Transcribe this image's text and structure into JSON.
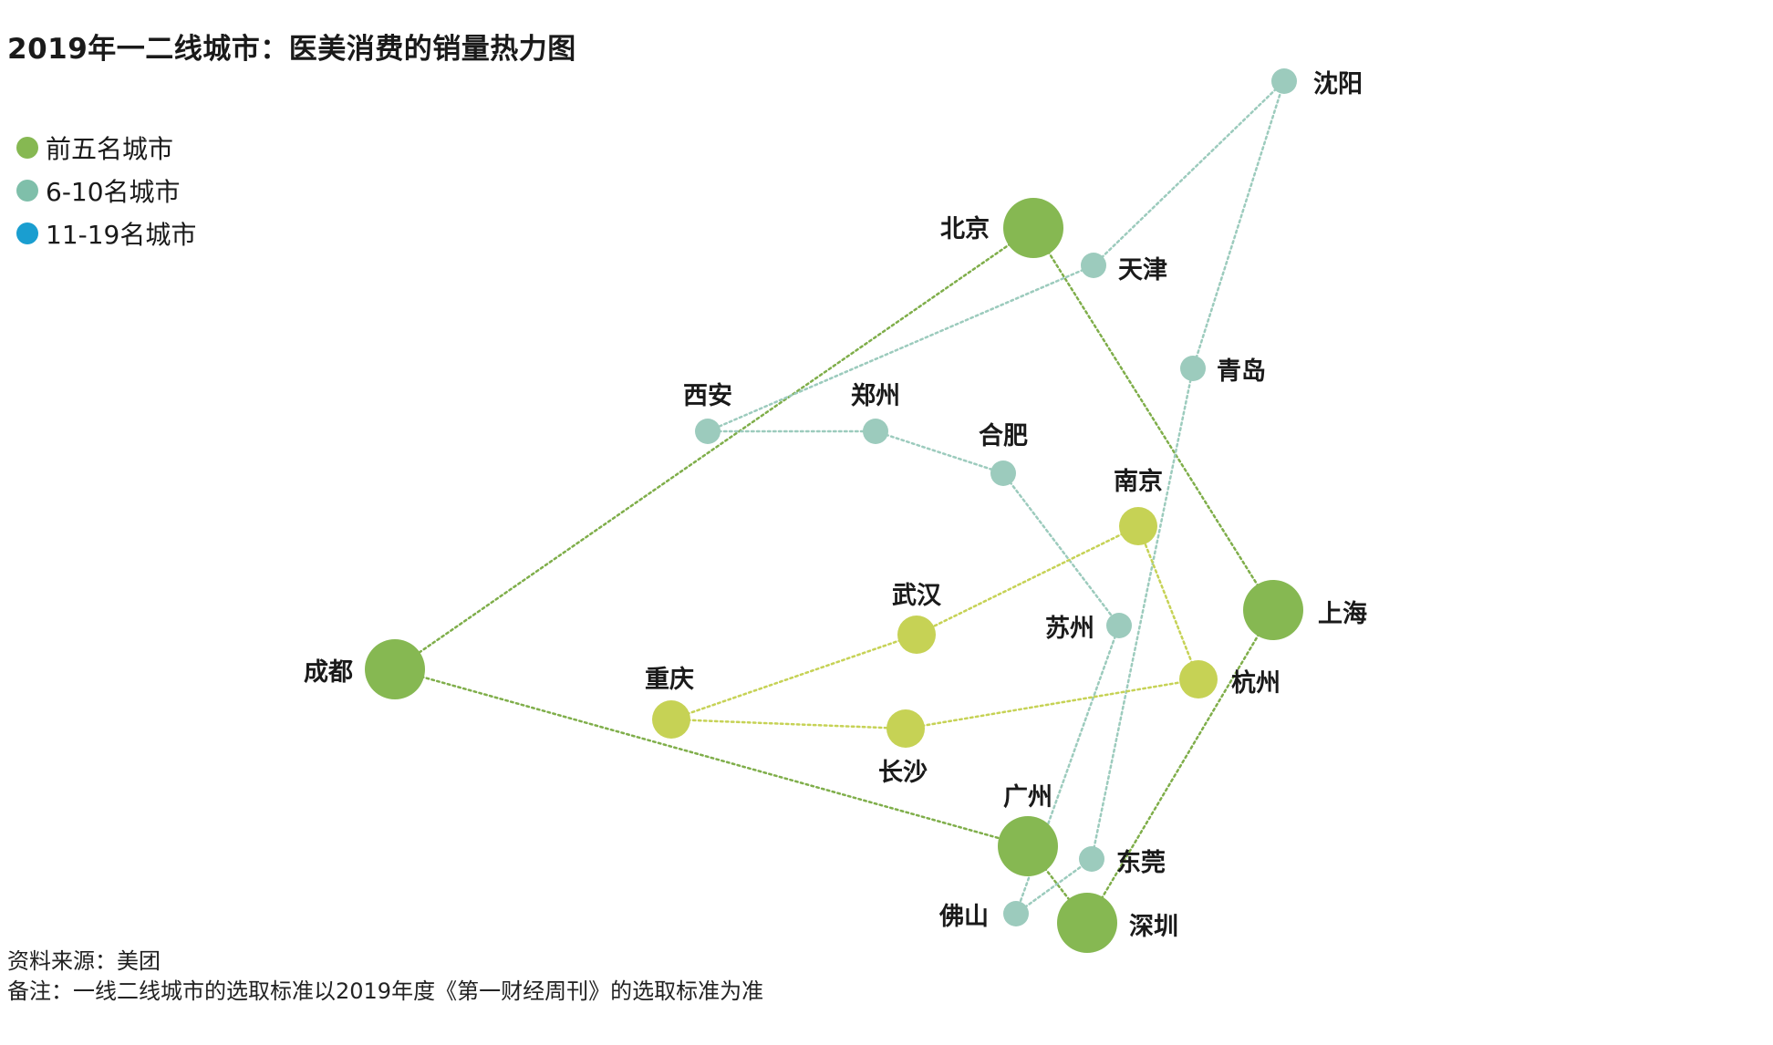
{
  "title": "2019年一二线城市：医美消费的销量热力图",
  "legend": [
    {
      "label": "前五名城市",
      "color": "#86b852"
    },
    {
      "label": "6-10名城市",
      "color": "#7fbfaa"
    },
    {
      "label": "11-19名城市",
      "color": "#1a9ed0"
    }
  ],
  "cities": [
    {
      "id": "shenyang",
      "name": "沈阳",
      "tier": "mid"
    },
    {
      "id": "beijing",
      "name": "北京",
      "tier": "top"
    },
    {
      "id": "tianjin",
      "name": "天津",
      "tier": "mid"
    },
    {
      "id": "qingdao",
      "name": "青岛",
      "tier": "mid"
    },
    {
      "id": "xian",
      "name": "西安",
      "tier": "mid"
    },
    {
      "id": "zhengzhou",
      "name": "郑州",
      "tier": "mid"
    },
    {
      "id": "hefei",
      "name": "合肥",
      "tier": "mid"
    },
    {
      "id": "nanjing",
      "name": "南京",
      "tier": "low"
    },
    {
      "id": "wuhan",
      "name": "武汉",
      "tier": "low"
    },
    {
      "id": "shanghai",
      "name": "上海",
      "tier": "top"
    },
    {
      "id": "suzhou",
      "name": "苏州",
      "tier": "mid"
    },
    {
      "id": "chengdu",
      "name": "成都",
      "tier": "top"
    },
    {
      "id": "chongqing",
      "name": "重庆",
      "tier": "low"
    },
    {
      "id": "hangzhou",
      "name": "杭州",
      "tier": "low"
    },
    {
      "id": "changsha",
      "name": "长沙",
      "tier": "low"
    },
    {
      "id": "guangzhou",
      "name": "广州",
      "tier": "top"
    },
    {
      "id": "dongguan",
      "name": "东莞",
      "tier": "mid"
    },
    {
      "id": "foshan",
      "name": "佛山",
      "tier": "mid"
    },
    {
      "id": "shenzhen",
      "name": "深圳",
      "tier": "top"
    }
  ],
  "links": [
    {
      "from": "beijing",
      "to": "chengdu",
      "tier": "top"
    },
    {
      "from": "beijing",
      "to": "shanghai",
      "tier": "top"
    },
    {
      "from": "chengdu",
      "to": "guangzhou",
      "tier": "top"
    },
    {
      "from": "guangzhou",
      "to": "shenzhen",
      "tier": "top"
    },
    {
      "from": "shanghai",
      "to": "shenzhen",
      "tier": "top"
    },
    {
      "from": "shenyang",
      "to": "tianjin",
      "tier": "mid"
    },
    {
      "from": "tianjin",
      "to": "xian",
      "tier": "mid"
    },
    {
      "from": "xian",
      "to": "zhengzhou",
      "tier": "mid"
    },
    {
      "from": "zhengzhou",
      "to": "hefei",
      "tier": "mid"
    },
    {
      "from": "hefei",
      "to": "suzhou",
      "tier": "mid"
    },
    {
      "from": "suzhou",
      "to": "foshan",
      "tier": "mid"
    },
    {
      "from": "foshan",
      "to": "dongguan",
      "tier": "mid"
    },
    {
      "from": "dongguan",
      "to": "qingdao",
      "tier": "mid"
    },
    {
      "from": "qingdao",
      "to": "shenyang",
      "tier": "mid"
    },
    {
      "from": "nanjing",
      "to": "wuhan",
      "tier": "low"
    },
    {
      "from": "wuhan",
      "to": "chongqing",
      "tier": "low"
    },
    {
      "from": "chongqing",
      "to": "changsha",
      "tier": "low"
    },
    {
      "from": "changsha",
      "to": "hangzhou",
      "tier": "low"
    },
    {
      "from": "hangzhou",
      "to": "nanjing",
      "tier": "low"
    }
  ],
  "tier_colors": {
    "top": "#86b852",
    "mid": "#9ccbbd",
    "low": "#c6d255"
  },
  "link_colors": {
    "top": "#7fae4a",
    "mid": "#9ccbbd",
    "low": "#c6d255"
  },
  "footer": {
    "source": "资料来源：美团",
    "note": "备注：一线二线城市的选取标准以2019年度《第一财经周刊》的选取标准为准"
  }
}
